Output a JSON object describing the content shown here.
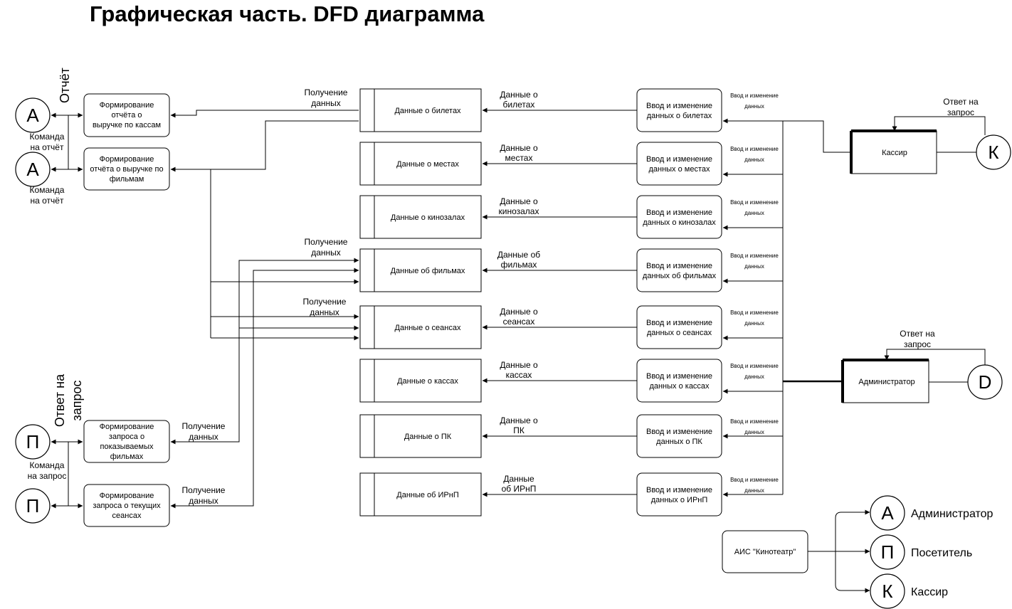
{
  "title": "Графическая часть. DFD диаграмма",
  "left": {
    "report_label": "Отчёт",
    "answer_label_1": "Ответ на",
    "answer_label_2": "запрос",
    "entities": [
      {
        "letter": "А",
        "caption_1": "Команда",
        "caption_2": "на отчёт"
      },
      {
        "letter": "А",
        "caption_1": "Команда",
        "caption_2": "на отчёт"
      },
      {
        "letter": "П",
        "caption_1": "Команда",
        "caption_2": "на запрос"
      },
      {
        "letter": "П",
        "caption_1": "",
        "caption_2": ""
      }
    ],
    "processes": [
      {
        "lines": [
          "Формирование",
          "отчёта о",
          "выручке по кассам"
        ]
      },
      {
        "lines": [
          "Формирование",
          "отчёта о выручке по",
          "фильмам"
        ]
      },
      {
        "lines": [
          "Формирование",
          "запроса о",
          "показываемых",
          "фильмах"
        ]
      },
      {
        "lines": [
          "Формирование",
          "запроса о текущих",
          "сеансах"
        ]
      }
    ],
    "flow_labels": [
      {
        "line1": "Получение",
        "line2": "данных"
      },
      {
        "line1": "Получение",
        "line2": "данных"
      },
      {
        "line1": "Получение",
        "line2": "данных"
      },
      {
        "line1": "Получение",
        "line2": "данных"
      },
      {
        "line1": "Получение",
        "line2": "данных"
      }
    ]
  },
  "stores": [
    {
      "label": "Данные о билетах",
      "flow_1": "Данные о",
      "flow_2": "билетах"
    },
    {
      "label": "Данные о местах",
      "flow_1": "Данные о",
      "flow_2": "местах"
    },
    {
      "label": "Данные о кинозалах",
      "flow_1": "Данные о",
      "flow_2": "кинозалах"
    },
    {
      "label": "Данные об фильмах",
      "flow_1": "Данные об",
      "flow_2": "фильмах"
    },
    {
      "label": "Данные о сеансах",
      "flow_1": "Данные о",
      "flow_2": "сеансах"
    },
    {
      "label": "Данные о кассах",
      "flow_1": "Данные о",
      "flow_2": "кассах"
    },
    {
      "label": "Данные о ПК",
      "flow_1": "Данные о",
      "flow_2": "ПК"
    },
    {
      "label": "Данные об ИРнП",
      "flow_1": "Данные",
      "flow_2": "об ИРнП"
    }
  ],
  "edit_processes": [
    {
      "line1": "Ввод и изменение",
      "line2": "данных о билетах"
    },
    {
      "line1": "Ввод и изменение",
      "line2": "данных о местах"
    },
    {
      "line1": "Ввод и изменение",
      "line2": "данных о кинозалах"
    },
    {
      "line1": "Ввод и изменение",
      "line2": "данных об фильмах"
    },
    {
      "line1": "Ввод и изменение",
      "line2": "данных о сеансах"
    },
    {
      "line1": "Ввод и изменение",
      "line2": "данных о кассах"
    },
    {
      "line1": "Ввод и изменение",
      "line2": "данных о ПК"
    },
    {
      "line1": "Ввод и изменение",
      "line2": "данных о ИРнП"
    }
  ],
  "edit_flow_label": {
    "line1": "Ввод и изменение",
    "line2": "данных"
  },
  "right": {
    "cashier": {
      "label": "Кассир",
      "letter": "К",
      "answer_1": "Ответ на",
      "answer_2": "запрос"
    },
    "admin": {
      "label": "Администратор",
      "letter": "D",
      "answer_1": "Ответ на",
      "answer_2": "запрос"
    }
  },
  "legend": {
    "system": "АИС \"Кинотеатр\"",
    "items": [
      {
        "letter": "А",
        "label": "Администратор"
      },
      {
        "letter": "П",
        "label": "Посетитель"
      },
      {
        "letter": "К",
        "label": "Кассир"
      }
    ]
  }
}
